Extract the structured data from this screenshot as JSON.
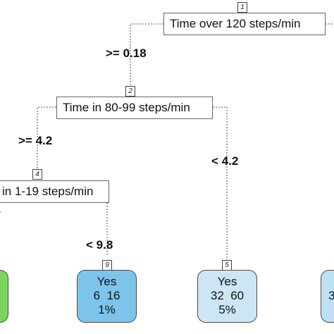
{
  "nodes": {
    "n1": {
      "id": "1",
      "label": "Time over 120 steps/min"
    },
    "n2": {
      "id": "2",
      "label": "Time in 80-99 steps/min"
    },
    "n4": {
      "id": "4",
      "label": "in 1-19 steps/min"
    }
  },
  "edges": {
    "e1_left": ">= 0.18",
    "e2_left": ">= 4.2",
    "e2_right": "< 4.2",
    "e4_right": "< 9.8"
  },
  "leaves": {
    "l9": {
      "id": "9",
      "class": "Yes",
      "counts": "6  16",
      "pct": "1%"
    },
    "l5": {
      "id": "5",
      "class": "Yes",
      "counts": "32  60",
      "pct": "5%"
    },
    "l_partial": {
      "counts": "3"
    }
  },
  "colors": {
    "leaf_green": "#7bd65f",
    "leaf_blue_dark": "#7dc4ea",
    "leaf_blue_light": "#cde6f5",
    "leaf_blue_partial": "#bfe0f3"
  }
}
